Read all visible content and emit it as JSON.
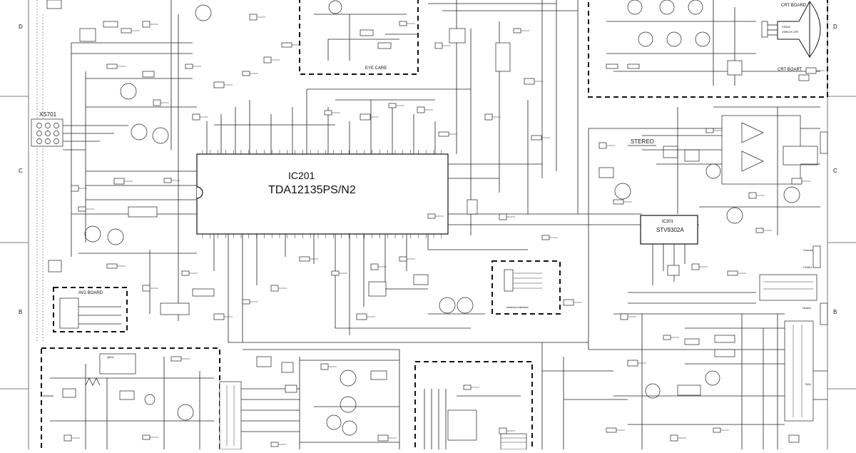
{
  "grid": {
    "rows": [
      "D",
      "C",
      "B"
    ]
  },
  "ic201": {
    "ref": "IC201",
    "part": "TDA12135PS/N2"
  },
  "ic301": {
    "ref": "IC301",
    "part": "STV9302A"
  },
  "xs701": {
    "ref": "XS701"
  },
  "blocks": {
    "eye_care": "EYE CARE",
    "crt_board_top": "CRT BOARD",
    "crt_board_bottom": "CRT BOART",
    "crt_connector": "XS502",
    "crt_tube": "29INCH-CRT",
    "av2_board": "AV2 BOARD",
    "wireless": "wireless interface",
    "stereo": "STEREO",
    "connect": "Connect",
    "heater": "Heater",
    "cn401": "CN401"
  },
  "parts": {
    "t601": "T601",
    "q801": "Q801"
  }
}
